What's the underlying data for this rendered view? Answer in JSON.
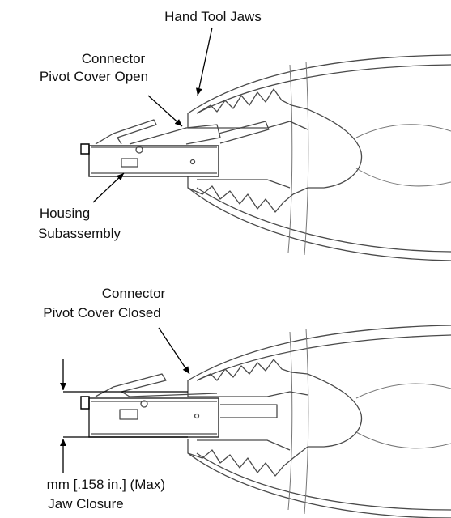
{
  "labels": {
    "hand_tool_jaws": "Hand Tool Jaws",
    "connector_1": "Connector",
    "pivot_cover_open": "Pivot Cover Open",
    "housing": "Housing",
    "subassembly": "Subassembly",
    "connector_2": "Connector",
    "pivot_cover_closed": "Pivot Cover Closed",
    "dimension": "mm [.158 in.] (Max)",
    "jaw_closure": "Jaw Closure"
  }
}
